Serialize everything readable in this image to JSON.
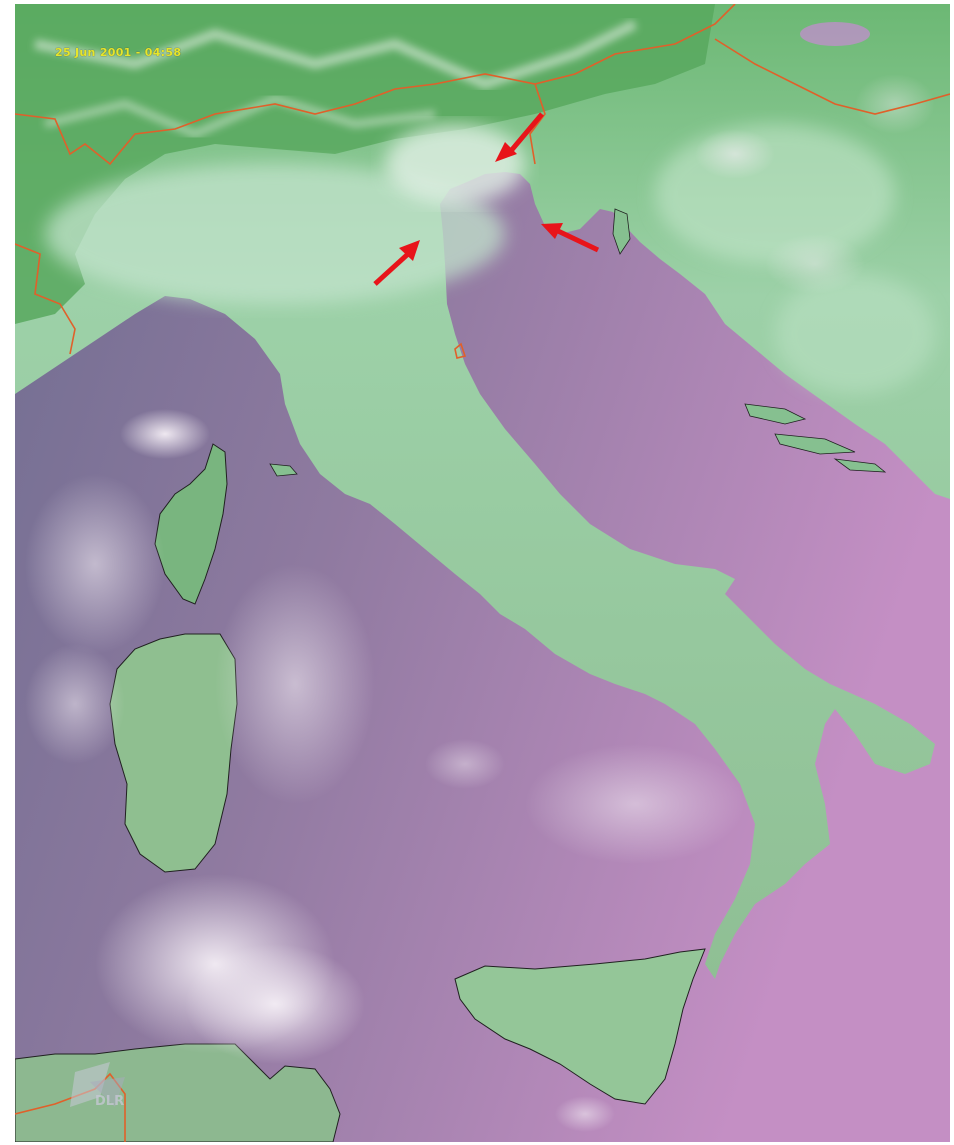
{
  "image": {
    "timestamp": "25 Jun 2001 - 04:58",
    "logo_text": "DLR",
    "colors": {
      "sea_west": "#6f6d90",
      "sea_east": "#b587b6",
      "sea_adriatic": "#a47ea8",
      "land": "#8ec89a",
      "alps": "#5fae63",
      "po_valley": "#b4dcc0",
      "cloud": "#ece3ee",
      "coastline": "#202020",
      "border": "#e0602a",
      "arrow": "#e8141a",
      "timestamp": "#e6e62a"
    },
    "arrows": [
      "arrow-north",
      "arrow-west",
      "arrow-east"
    ]
  }
}
